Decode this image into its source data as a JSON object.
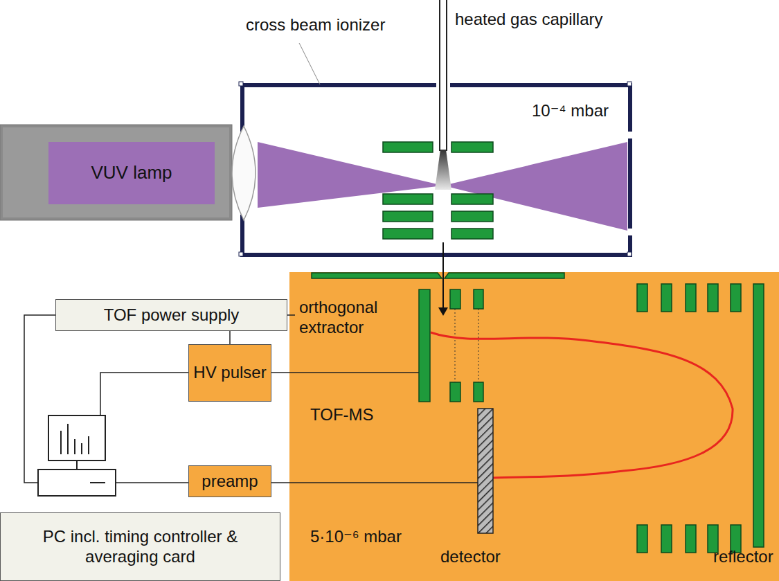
{
  "diagram": {
    "nodes": [
      {
        "text": [
          "10⁻⁴ mbar"
        ]
      },
      {
        "text": [
          "VUV lamp"
        ]
      },
      {
        "text": [
          "TOF power supply"
        ]
      },
      {
        "text": [
          "TOF-MS",
          "5·10⁻⁶ mbar"
        ]
      },
      {
        "text": [
          "HV pulser"
        ]
      },
      {
        "text": [
          "preamp"
        ]
      },
      {
        "text": [
          "PC incl. timing controller & averaging card"
        ]
      }
    ],
    "edges": [
      {
        "from": 2,
        "to": 4,
        "arrow": "none"
      }
    ],
    "labels": [
      "cross beam ionizer",
      "heated gas capillary",
      "orthogonal extractor",
      "detector",
      "reflector"
    ]
  }
}
